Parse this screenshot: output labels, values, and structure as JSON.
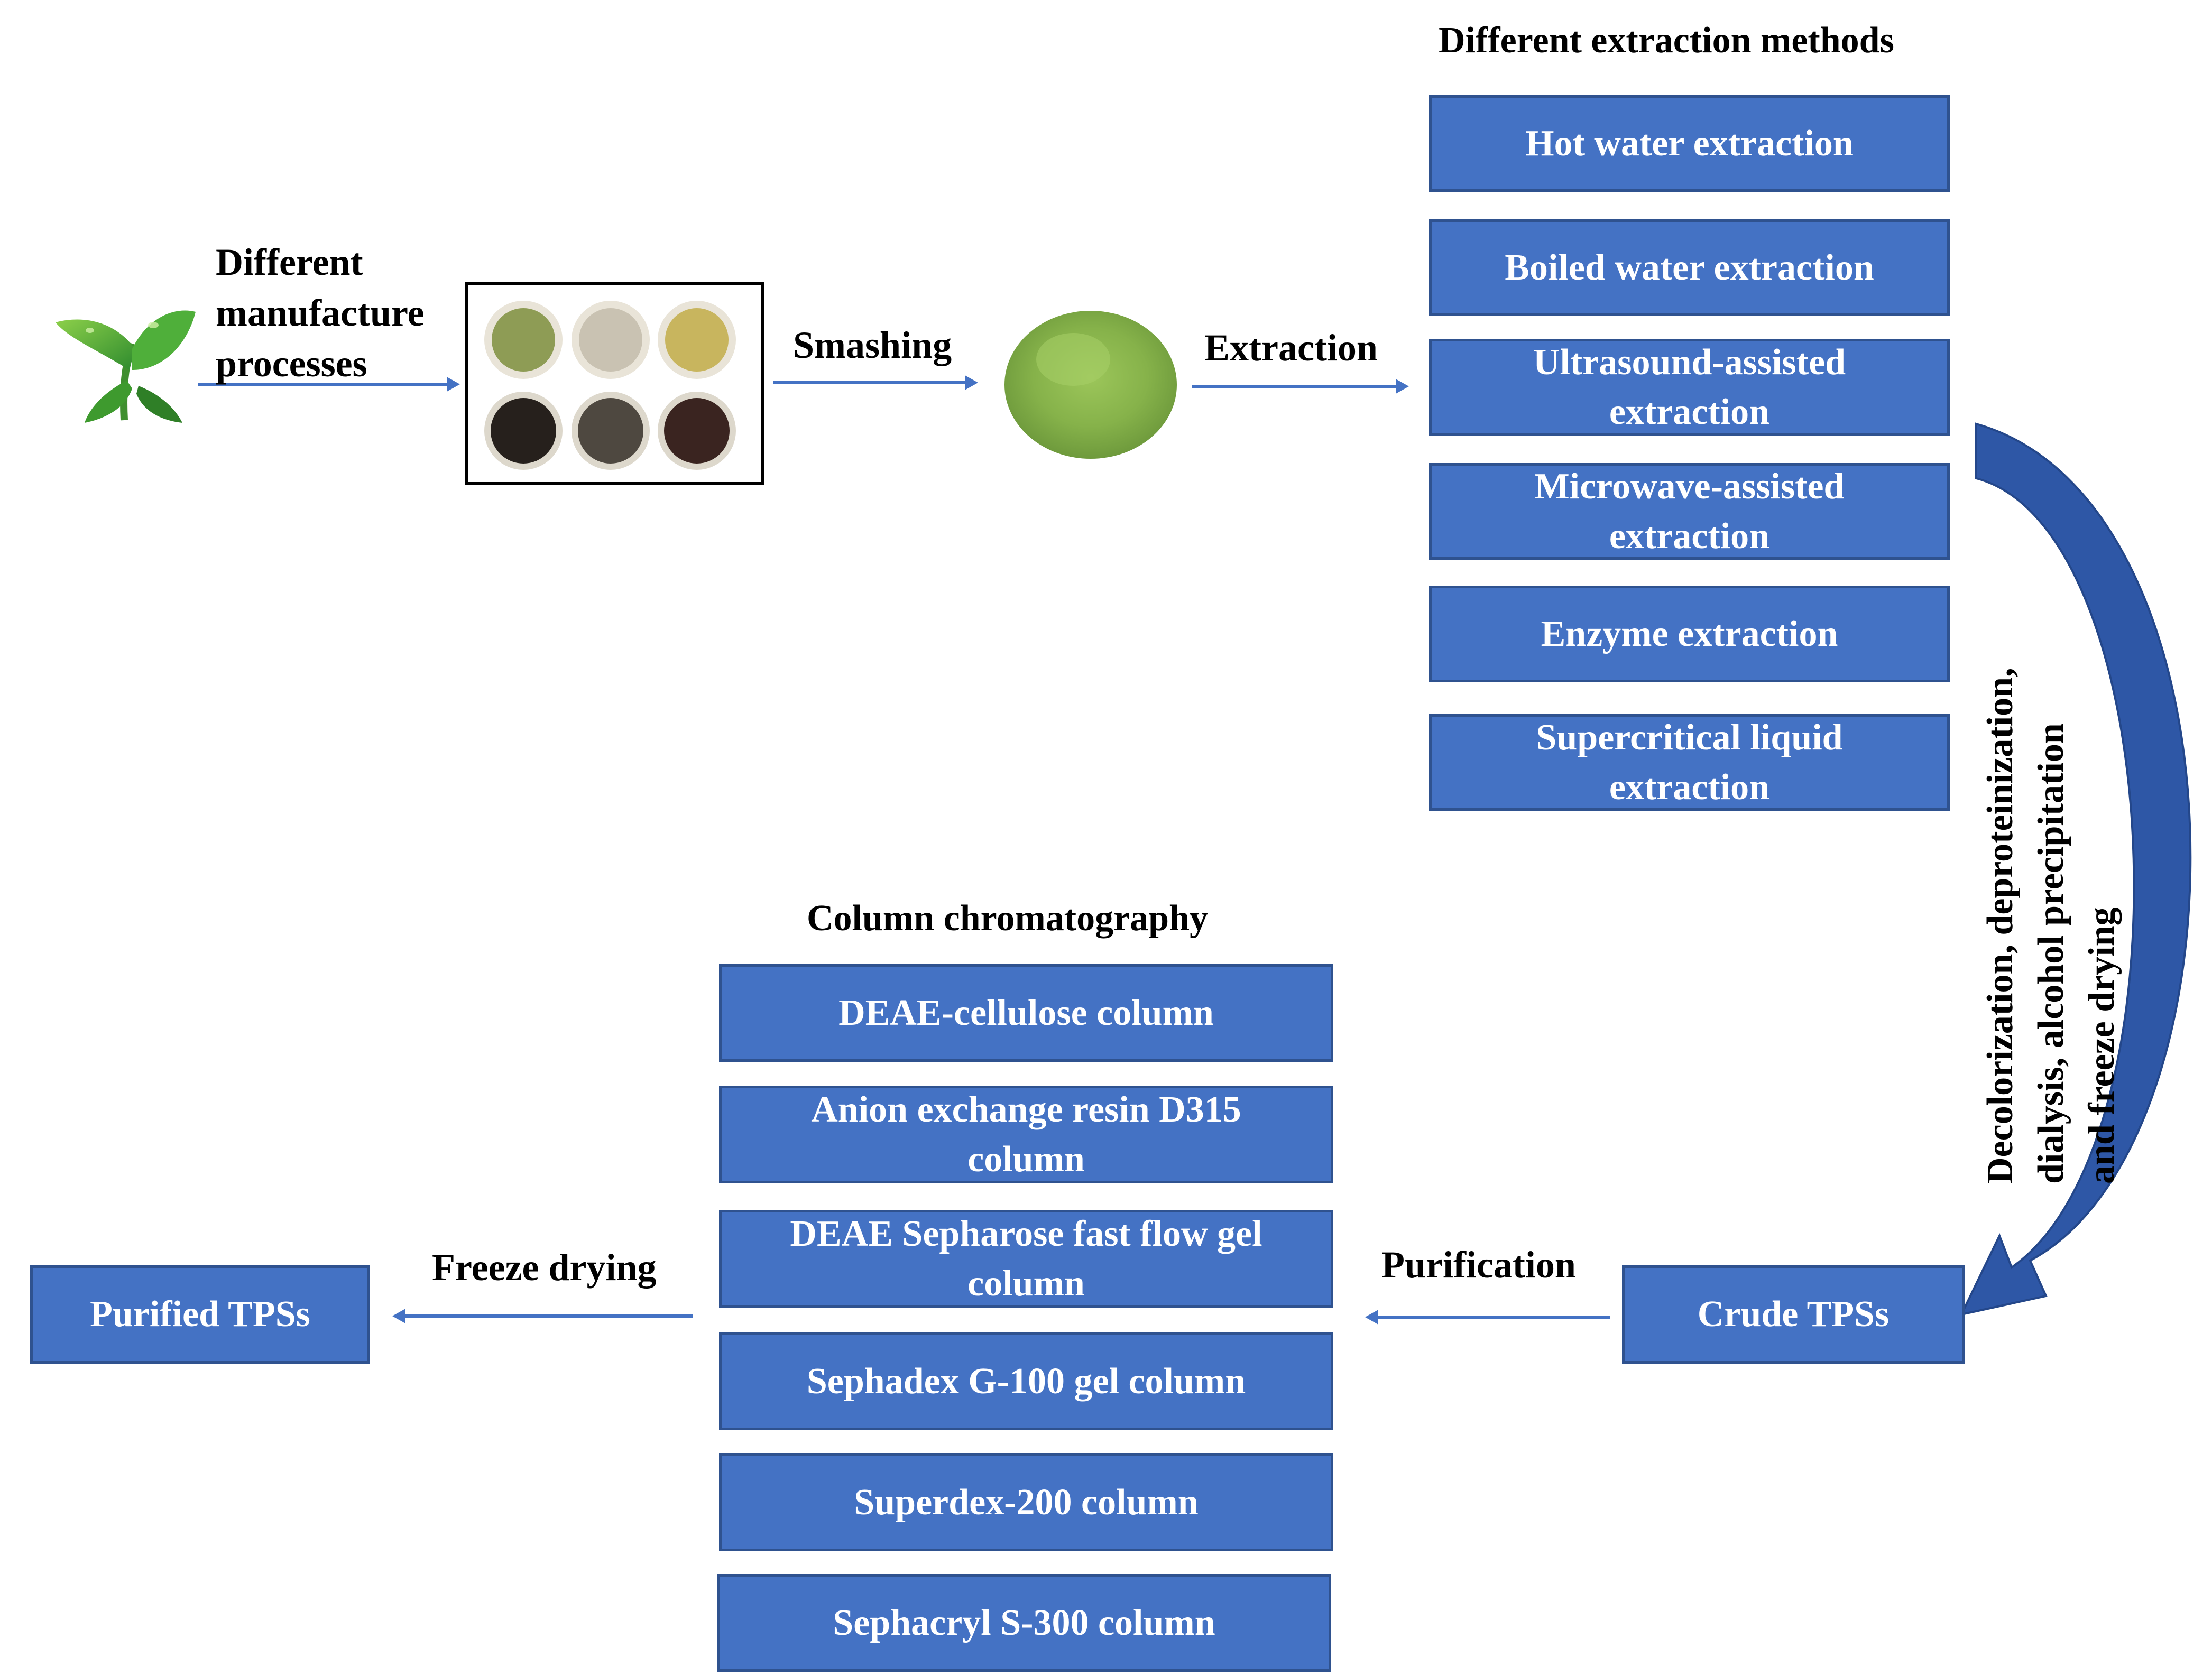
{
  "colors": {
    "box_fill": "#4472C4",
    "box_border": "#2F528F",
    "arrow": "#4472C4",
    "curved_arrow": "#2E57A6"
  },
  "icons": {
    "leaf": "tea-leaf-icon",
    "samples": "tea-samples-photo",
    "powder": "tea-powder-photo"
  },
  "step_labels": {
    "manufacture": [
      "Different",
      "manufacture",
      "processes"
    ],
    "smashing": "Smashing",
    "extraction": "Extraction",
    "purification": "Purification",
    "freeze_drying": "Freeze drying"
  },
  "extraction": {
    "title": "Different extraction methods",
    "methods": [
      [
        "Hot water extraction"
      ],
      [
        "Boiled water extraction"
      ],
      [
        "Ultrasound-assisted",
        "extraction"
      ],
      [
        "Microwave-assisted",
        "extraction"
      ],
      [
        "Enzyme extraction"
      ],
      [
        "Supercritical liquid",
        "extraction"
      ]
    ]
  },
  "processing": {
    "lines": [
      "Decolorization, deproteinization,",
      "dialysis, alcohol precipitation",
      "and freeze drying"
    ]
  },
  "crude": {
    "label": "Crude TPSs"
  },
  "purified": {
    "label": "Purified TPSs"
  },
  "chromatography": {
    "title": "Column chromatography",
    "columns": [
      [
        "DEAE-cellulose column"
      ],
      [
        "Anion exchange resin D315",
        "column"
      ],
      [
        "DEAE Sepharose fast flow gel",
        "column"
      ],
      [
        "Sephadex G-100 gel column"
      ],
      [
        "Superdex-200 column"
      ],
      [
        "Sephacryl S-300 column"
      ]
    ]
  }
}
